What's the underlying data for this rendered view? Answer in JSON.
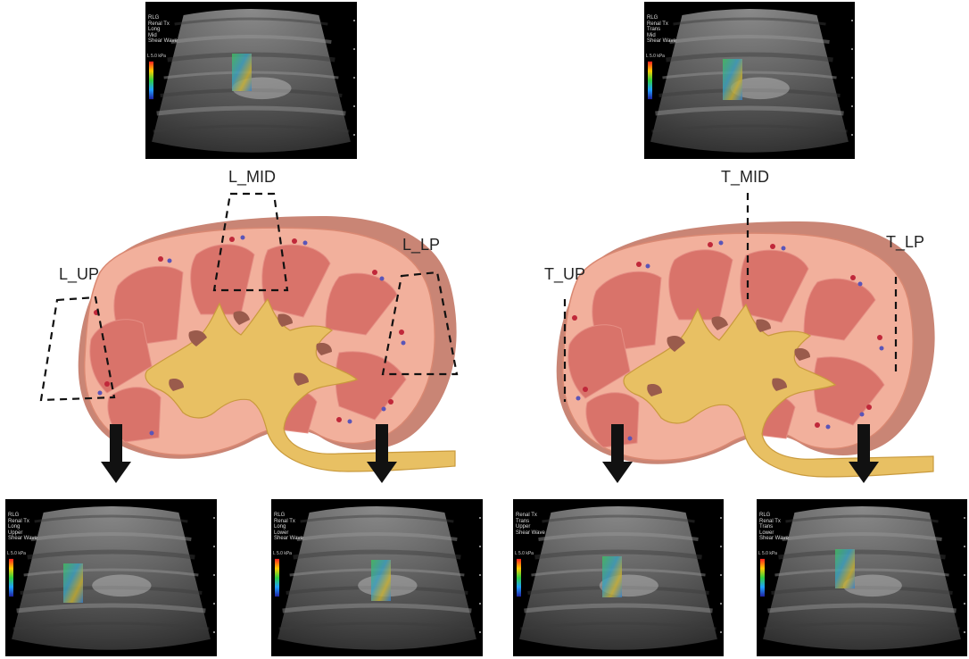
{
  "labels": {
    "l_mid": "L_MID",
    "l_up": "L_UP",
    "l_lp": "L_LP",
    "t_mid": "T_MID",
    "t_up": "T_UP",
    "t_lp": "T_LP"
  },
  "ultrasound_images": {
    "l_mid": {
      "lines": [
        "RLG",
        "Renal Tx",
        "Long",
        "Mid",
        "Shear Wave"
      ],
      "scale": "L 5.0 kPa"
    },
    "t_mid": {
      "lines": [
        "RLG",
        "Renal Tx",
        "Trans",
        "Mid",
        "Shear Wave"
      ],
      "scale": "L 5.0 kPa"
    },
    "l_up": {
      "lines": [
        "RLG",
        "Renal Tx",
        "Long",
        "Upper",
        "Shear Wave"
      ],
      "scale": "L 5.0 kPa"
    },
    "l_lp": {
      "lines": [
        "RLG",
        "Renal Tx",
        "Long",
        "Lower",
        "Shear Wave"
      ],
      "scale": "L 5.0 kPa"
    },
    "t_up": {
      "lines": [
        "Renal Tx",
        "Trans",
        "Upper",
        "Shear Wave"
      ],
      "scale": "L 5.0 kPa"
    },
    "t_lp": {
      "lines": [
        "RLG",
        "Renal Tx",
        "Trans",
        "Lower",
        "Shear Wave"
      ],
      "scale": "L 5.0 kPa"
    }
  },
  "colors": {
    "cortex": "#f2b09c",
    "cortex_edge": "#d98872",
    "capsule_back": "#c98575",
    "pyramid": "#d9736a",
    "pyramid_stripe": "#e58f85",
    "pelvis": "#e8c063",
    "pelvis_edge": "#c99a3d",
    "calyx_shadow": "#9a5b4c",
    "arrow": "#111111",
    "dashed": "#111111"
  }
}
